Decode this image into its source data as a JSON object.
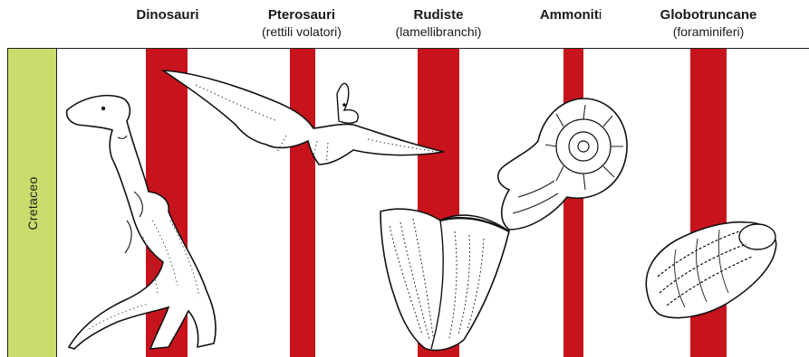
{
  "columns": [
    {
      "title": "Dinosauri",
      "title_suffix": "",
      "subtitle": ""
    },
    {
      "title": "Pterosauri",
      "title_suffix": "",
      "subtitle": "(rettili volatori)"
    },
    {
      "title": "Rudiste",
      "title_suffix": "",
      "subtitle": "(lamellibranchi)"
    },
    {
      "title": "Ammonit",
      "title_suffix": "i",
      "subtitle": ""
    },
    {
      "title": "Globotruncane",
      "title_suffix": "",
      "subtitle": "(foraminiferi)"
    }
  ],
  "period": {
    "label": "Cretaceo",
    "color": "#c8dd6b"
  },
  "band_color": "#c7141c",
  "illustrations": [
    "dinosaur-icon",
    "pterosaur-icon",
    "rudist-icon",
    "ammonite-icon",
    "globotruncana-icon"
  ]
}
